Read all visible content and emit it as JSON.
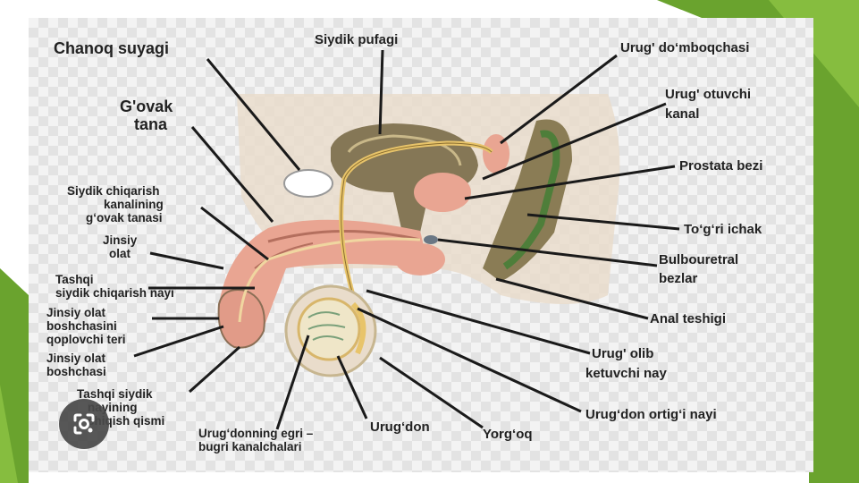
{
  "labels": {
    "chanoq_suyagi": "Chanoq suyagi",
    "siydik_pufagi": "Siydik pufagi",
    "urug_domboqchasi": "Urug' do‘mboqchasi",
    "govak_tana_1": "G'ovak",
    "govak_tana_2": "tana",
    "urug_otuvchi_1": "Urug' otuvchi",
    "urug_otuvchi_2": "kanal",
    "prostata_bezi": "Prostata bezi",
    "siydik_chiq_1": "Siydik chiqarish",
    "siydik_chiq_2": "kanalining",
    "siydik_chiq_3": "g‘ovak tanasi",
    "togri_ichak": "To‘g‘ri ichak",
    "jinsiy_olat_1": "Jinsiy",
    "jinsiy_olat_2": "olat",
    "bulbouretral_1": "Bulbouretral",
    "bulbouretral_2": "bezlar",
    "tashqi_nayi_1": "Tashqi",
    "tashqi_nayi_2": "siydik chiqarish nayi",
    "anal_teshigi": "Anal teshigi",
    "qoplovchi_1": "Jinsiy olat",
    "qoplovchi_2": "boshchasini",
    "qoplovchi_3": "qoplovchi teri",
    "olat_bosh_1": "Jinsiy olat",
    "olat_bosh_2": "boshchasi",
    "urug_olib_1": "Urug' olib",
    "urug_olib_2": "ketuvchi nay",
    "tashqi_qism_1": "Tashqi siydik",
    "tashqi_qism_2": "nayining",
    "tashqi_qism_3": "chiqish qismi",
    "egri_bugri_1": "Urug‘donning egri –",
    "egri_bugri_2": "bugri kanalchalari",
    "urugdon": "Urug‘don",
    "yorgoq": "Yorg‘oq",
    "ortigi_nayi": "Urug‘don ortig‘i nayi"
  },
  "colors": {
    "slide_green": "#6aa32e",
    "tissue_pink": "#e9a592",
    "tissue_dark": "#7a6a4a",
    "duct_yellow": "#e8c46a",
    "leader_line": "#1a1a1a"
  },
  "icons": {
    "lens": "google-lens-icon"
  }
}
